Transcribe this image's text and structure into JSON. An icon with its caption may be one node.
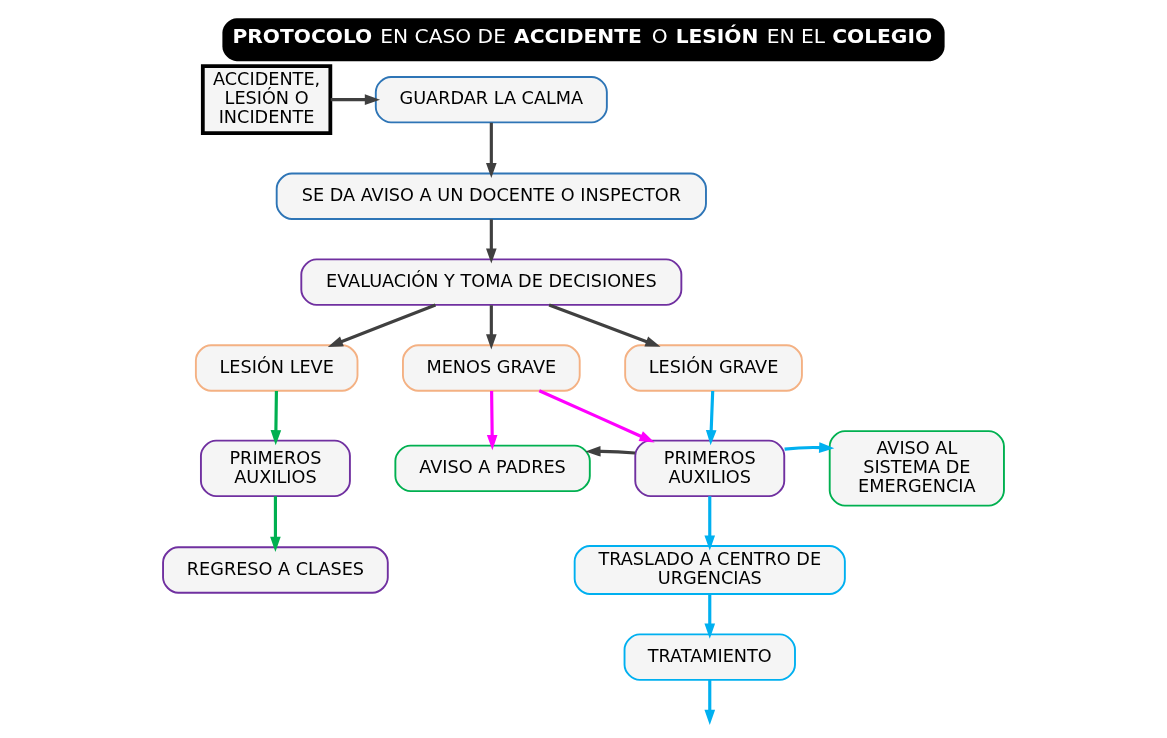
{
  "diagram": {
    "title": "**PROTOCOLO** EN CASO DE **ACCIDENTE** O **LESIÓN** EN EL **COLEGIO**",
    "nodes": [
      {
        "text": [
          "ACCIDENTE, LESIÓN O INCIDENTE"
        ]
      },
      {
        "text": [
          "GUARDAR LA CALMA"
        ]
      },
      {
        "text": [
          "SE DA AVISO A UN DOCENTE O INSPECTOR"
        ]
      },
      {
        "text": [
          "EVALUACIÓN Y TOMA DE DECISIONES"
        ]
      },
      {
        "text": [
          "LESIÓN LEVE"
        ]
      },
      {
        "text": [
          "MENOS GRAVE"
        ]
      },
      {
        "text": [
          "LESIÓN GRAVE"
        ]
      },
      {
        "text": [
          "PRIMEROS AUXILIOS"
        ]
      },
      {
        "text": [
          "REGRESO A CLASES"
        ]
      },
      {
        "text": [
          "AVISO A PADRES"
        ]
      },
      {
        "text": [
          "PRIMEROS AUXILIOS"
        ]
      },
      {
        "text": [
          "AVISO AL SISTEMA DE EMERGENCIA"
        ]
      },
      {
        "text": [
          "TRASLADO A CENTRO DE URGENCIAS"
        ]
      },
      {
        "text": [
          "TRATAMIENTO"
        ]
      }
    ],
    "edges": [
      {
        "from": 0,
        "to": 1,
        "arrow": "to"
      },
      {
        "from": 1,
        "to": 2,
        "arrow": "to"
      },
      {
        "from": 2,
        "to": 3,
        "arrow": "to"
      },
      {
        "from": 3,
        "to": 4,
        "arrow": "to"
      },
      {
        "from": 3,
        "to": 5,
        "arrow": "to"
      },
      {
        "from": 3,
        "to": 6,
        "arrow": "to"
      },
      {
        "from": 4,
        "to": 7,
        "arrow": "to",
        "color": "#00b050"
      },
      {
        "from": 7,
        "to": 8,
        "arrow": "to",
        "color": "#00b050"
      },
      {
        "from": 5,
        "to": 9,
        "arrow": "to",
        "color": "#ff00ff"
      },
      {
        "from": 5,
        "to": 10,
        "arrow": "to",
        "color": "#ff00ff"
      },
      {
        "from": 6,
        "to": 10,
        "arrow": "to",
        "color": "#00b0f0"
      },
      {
        "from": 10,
        "to": 9,
        "arrow": "to"
      },
      {
        "from": 10,
        "to": 11,
        "arrow": "to",
        "color": "#00b0f0"
      },
      {
        "from": 10,
        "to": 12,
        "arrow": "to",
        "color": "#00b0f0"
      },
      {
        "from": 12,
        "to": 13,
        "arrow": "to",
        "color": "#00b0f0"
      },
      {
        "from": 13,
        "to": null,
        "arrow": "to",
        "color": "#00b0f0"
      }
    ]
  }
}
